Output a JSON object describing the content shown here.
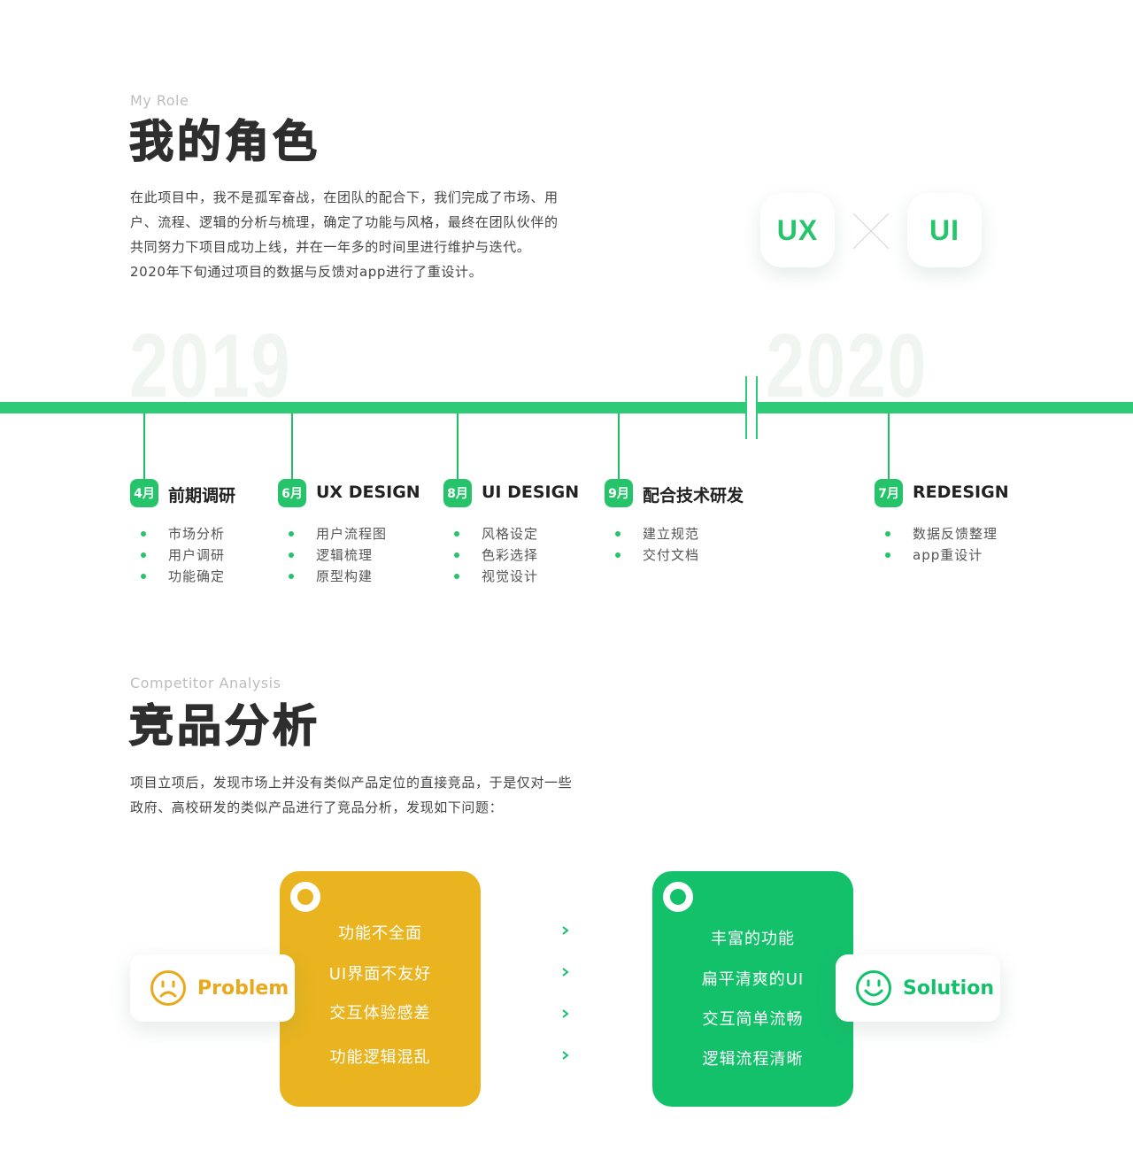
{
  "role": {
    "eyebrow": "My Role",
    "title": "我的角色",
    "paragraph": [
      "在此项目中，我不是孤军奋战，在团队的配合下，我们完成了市场、用",
      "户、流程、逻辑的分析与梳理，确定了功能与风格，最终在团队伙伴的",
      "共同努力下项目成功上线，并在一年多的时间里进行维护与迭代。",
      "2020年下旬通过项目的数据与反馈对app进行了重设计。"
    ],
    "tiles": {
      "left": "UX",
      "right": "UI",
      "separator_icon": "cross-icon"
    }
  },
  "timeline": {
    "years": [
      "2019",
      "2020"
    ],
    "accent_color": "#2ecb76",
    "phases": [
      {
        "month": "4月",
        "title": "前期调研",
        "items": [
          "市场分析",
          "用户调研",
          "功能确定"
        ]
      },
      {
        "month": "6月",
        "title": "UX DESIGN",
        "items": [
          "用户流程图",
          "逻辑梳理",
          "原型构建"
        ]
      },
      {
        "month": "8月",
        "title": "UI DESIGN",
        "items": [
          "风格设定",
          "色彩选择",
          "视觉设计"
        ]
      },
      {
        "month": "9月",
        "title": "配合技术研发",
        "items": [
          "建立规范",
          "交付文档"
        ]
      },
      {
        "month": "7月",
        "title": "REDESIGN",
        "items": [
          "数据反馈整理",
          "app重设计"
        ]
      }
    ]
  },
  "competitor": {
    "eyebrow": "Competitor Analysis",
    "title": "竞品分析",
    "paragraph": [
      "项目立项后，发现市场上并没有类似产品定位的直接竞品，于是仅对一些",
      "政府、高校研发的类似产品进行了竞品分析，发现如下问题："
    ],
    "problem": {
      "label": "Problem",
      "icon": "sad-face-icon",
      "color": "#e9b41f",
      "items": [
        "功能不全面",
        "UI界面不友好",
        "交互体验感差",
        "功能逻辑混乱"
      ]
    },
    "solution": {
      "label": "Solution",
      "icon": "smile-face-icon",
      "color": "#14c16b",
      "items": [
        "丰富的功能",
        "扁平清爽的UI",
        "交互简单流畅",
        "逻辑流程清晰"
      ]
    }
  }
}
